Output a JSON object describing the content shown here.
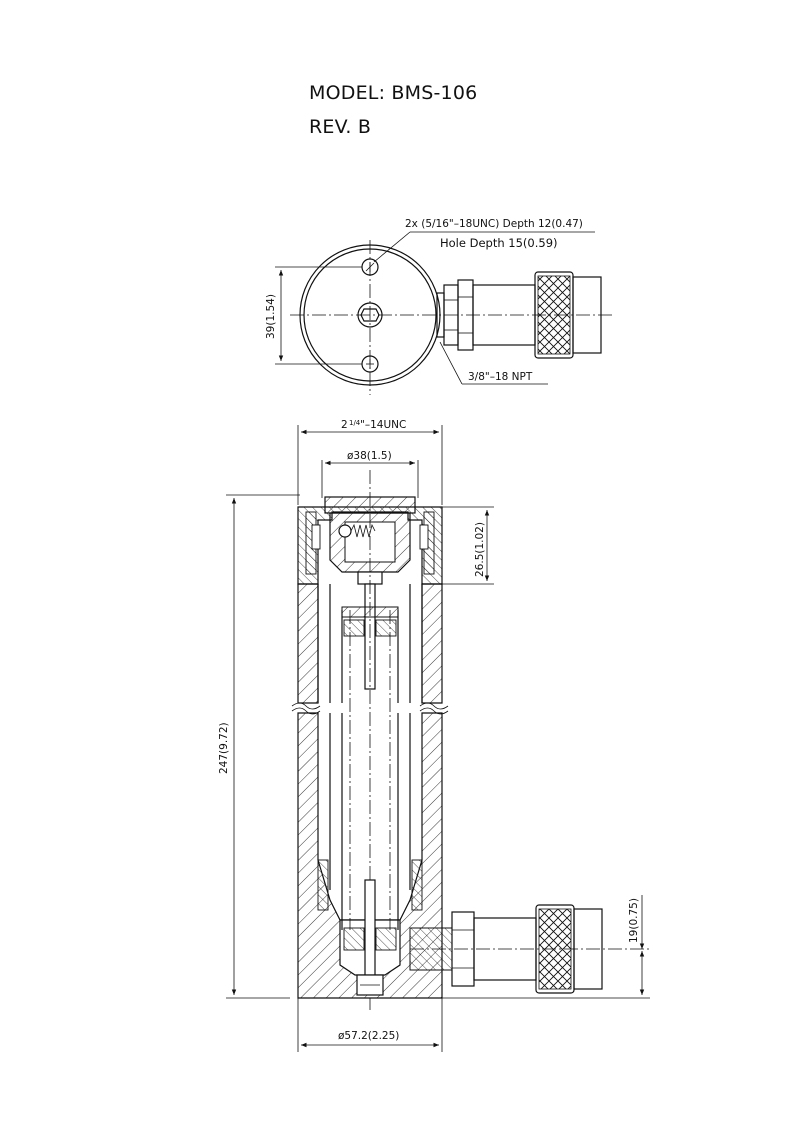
{
  "header": {
    "model": "MODEL: BMS-106",
    "revision": "REV. B"
  },
  "top_view": {
    "hole_callout": "2x (5/16\"–18UNC)  Depth  12(0.47)",
    "hole_depth": "Hole Depth  15(0.59)",
    "port_thread": "3/8\"–18  NPT",
    "bolt_spacing": "39(1.54)"
  },
  "section_view": {
    "body_thread_prefix": "2",
    "body_thread_frac": "1/4",
    "body_thread_suffix": "\"–14UNC",
    "bore_diameter": "ø38(1.5)",
    "cap_height": "26.5(1.02)",
    "overall_length": "247(9.72)",
    "port_height": "19(0.75)",
    "body_diameter": "ø57.2(2.25)"
  }
}
